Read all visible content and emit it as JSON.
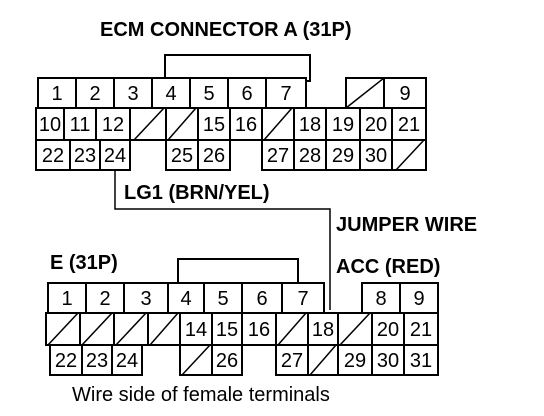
{
  "diagram": {
    "connector_a_title": "ECM CONNECTOR A (31P)",
    "connector_e_title": "E (31P)",
    "wire_lg1_label": "LG1 (BRN/YEL)",
    "jumper_wire_label": "JUMPER WIRE",
    "acc_label": "ACC (RED)",
    "footer_note": "Wire side of female terminals"
  },
  "connector_a": {
    "rows": [
      [
        "1",
        "2",
        "3",
        "4",
        "5",
        "6",
        "7",
        "",
        "/",
        "9"
      ],
      [
        "10",
        "11",
        "12",
        "/",
        "/",
        "15",
        "16",
        "/",
        "18",
        "19",
        "20",
        "21"
      ],
      [
        "22",
        "23",
        "24",
        "",
        "25",
        "26",
        "",
        "27",
        "28",
        "29",
        "30",
        "/"
      ]
    ]
  },
  "connector_e": {
    "rows": [
      [
        "1",
        "2",
        "3",
        "4",
        "5",
        "6",
        "7",
        "",
        "8",
        "9"
      ],
      [
        "/",
        "/",
        "/",
        "/",
        "14",
        "15",
        "16",
        "/",
        "18",
        "/",
        "20",
        "21"
      ],
      [
        "22",
        "23",
        "24",
        "",
        "/",
        "26",
        "",
        "27",
        "/",
        "29",
        "30",
        "31"
      ]
    ]
  }
}
